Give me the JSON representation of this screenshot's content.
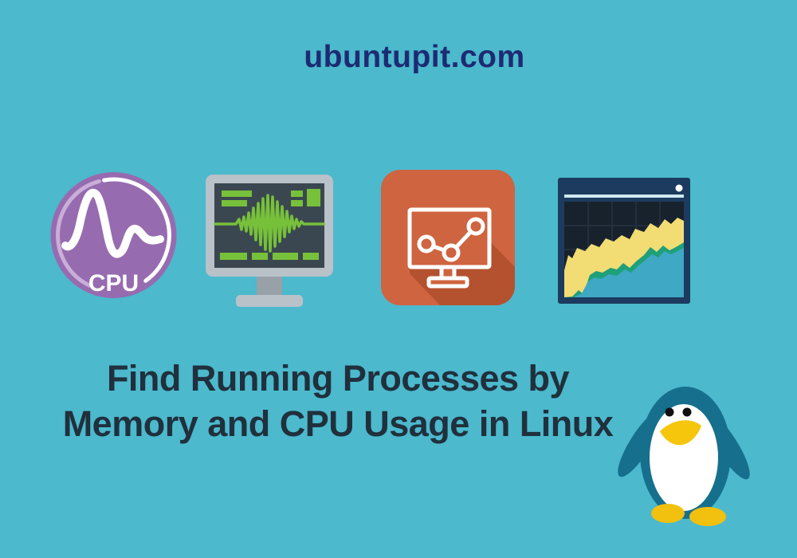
{
  "page": {
    "background": "#4cb9cd"
  },
  "header": {
    "site": "ubuntupit.com",
    "color": "#1d2b72"
  },
  "title": {
    "line1": "Find Running Processes by",
    "line2": "Memory and CPU Usage in Linux",
    "color": "#20303c"
  },
  "icons": [
    {
      "id": "cpu-usage-gauge",
      "label": "CPU",
      "circle_fill": "#976bb0",
      "ring_light": "#c9aed8",
      "ring_white": "#ffffff",
      "wave_color": "#ffffff"
    },
    {
      "id": "system-monitor-oscilloscope",
      "frame_fill": "#b9c1c9",
      "screen_fill": "#3b4750",
      "stand_fill": "#99a1a8",
      "accent_green": "#77c13a"
    },
    {
      "id": "line-chart-monitor",
      "tile_fill": "#cf6440",
      "shadow_fill": "#b4512f",
      "outline": "#ffffff"
    },
    {
      "id": "area-chart-window",
      "frame_fill": "#1c3b5e",
      "screen_fill": "#18222d",
      "grid_color": "#242f3d",
      "titlebar_line": "#cfe9ee",
      "dot": "#ffffff",
      "area_yellow": "#f2dc74",
      "area_green": "#1fa078",
      "area_blue": "#3ea8c5"
    }
  ],
  "mascot": {
    "name": "tux-penguin",
    "body_color": "#16708d",
    "belly_color": "#ffffff",
    "beak_color": "#f6c60d",
    "feet_color": "#f2c00e",
    "eye_color": "#111111"
  }
}
